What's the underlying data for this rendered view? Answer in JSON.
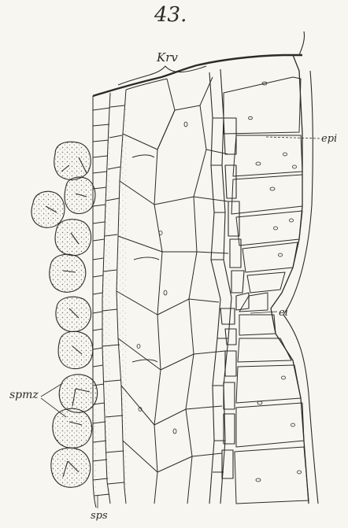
{
  "figure_number": "43.",
  "labels": {
    "krv": "Krv",
    "epi": "epi",
    "ei": "ei",
    "spmz": "spmz",
    "sps": "sps"
  },
  "colors": {
    "paper": "#f7f6f1",
    "ink": "#2b2b28",
    "stipple": "#8a8a84"
  }
}
